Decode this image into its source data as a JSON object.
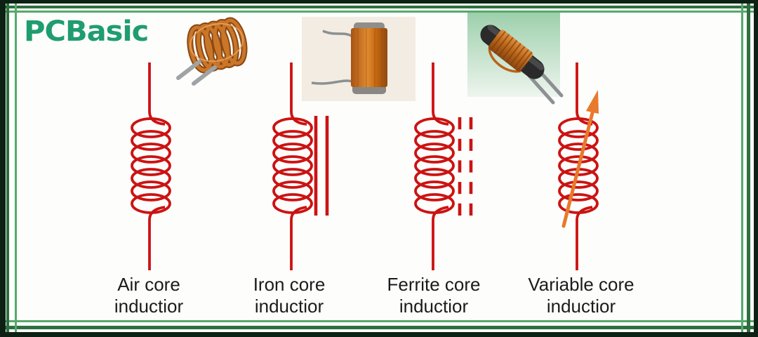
{
  "colors": {
    "symbol-red": "#cb1312",
    "arrow-orange": "#e8792d",
    "logo-green": "#1f9d6e",
    "frame-edge": "#0c2114",
    "frame-dark": "#2d6f40",
    "frame-light": "#56a96b",
    "label-text": "#1b1b1b"
  },
  "logo": {
    "text": "PCBasic"
  },
  "diagram": {
    "items": [
      {
        "id": "air-core",
        "label": [
          "Air core",
          "inductior"
        ],
        "core_style": "no core (plain coil)",
        "photo": "copper air-core coil with two leads"
      },
      {
        "id": "iron-core",
        "label": [
          "Iron core",
          "inductior"
        ],
        "core_style": "two solid bars",
        "photo": "copper wound bobbin with metal caps"
      },
      {
        "id": "ferrite-core",
        "label": [
          "Ferrite core",
          "inductior"
        ],
        "core_style": "two dashed bars",
        "photo": "ferrite rod with copper winding"
      },
      {
        "id": "variable-core",
        "label": [
          "Variable core",
          "inductior"
        ],
        "core_style": "diagonal arrow through coil"
      }
    ]
  }
}
